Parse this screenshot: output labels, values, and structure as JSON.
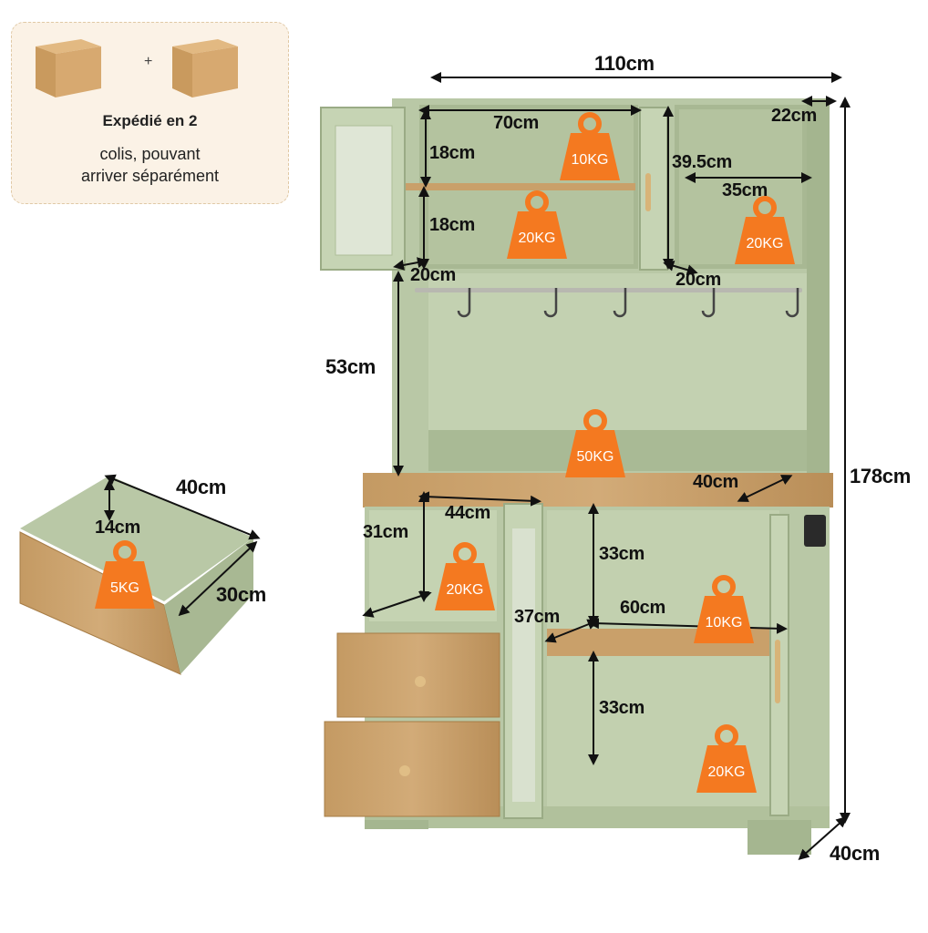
{
  "shipping": {
    "title": "Expédié en 2",
    "line1": "colis, pouvant",
    "line2": "arriver séparément",
    "plus": "+",
    "icon": "cardboard-box-icon"
  },
  "dimensions": {
    "width_total": "110cm",
    "height_total": "178cm",
    "depth_total": "40cm",
    "top_depth": "22cm",
    "top_left_inner_width": "70cm",
    "top_left_upper_height": "18cm",
    "top_left_lower_height": "18cm",
    "top_left_depth": "20cm",
    "top_right_height": "39.5cm",
    "top_right_width": "35cm",
    "top_right_depth": "20cm",
    "hutch_height": "53cm",
    "counter_depth": "40cm",
    "lower_left_width": "44cm",
    "lower_left_height": "31cm",
    "lower_right_upper_height": "33cm",
    "lower_right_width": "60cm",
    "lower_right_depth": "37cm",
    "lower_right_lower_height": "33cm",
    "drawer_width": "40cm",
    "drawer_height": "14cm",
    "drawer_depth": "30cm"
  },
  "load_ratings": {
    "top_left_upper": "10KG",
    "top_left_lower": "20KG",
    "top_right": "20KG",
    "countertop": "50KG",
    "lower_left": "20KG",
    "lower_right_shelf": "10KG",
    "lower_right_bottom": "20KG",
    "drawer": "5KG"
  },
  "colors": {
    "cabinet_green": "#b9c8a6",
    "cabinet_shadow": "#9fb08a",
    "wood": "#c9a06a",
    "weight_orange": "#f47920"
  }
}
